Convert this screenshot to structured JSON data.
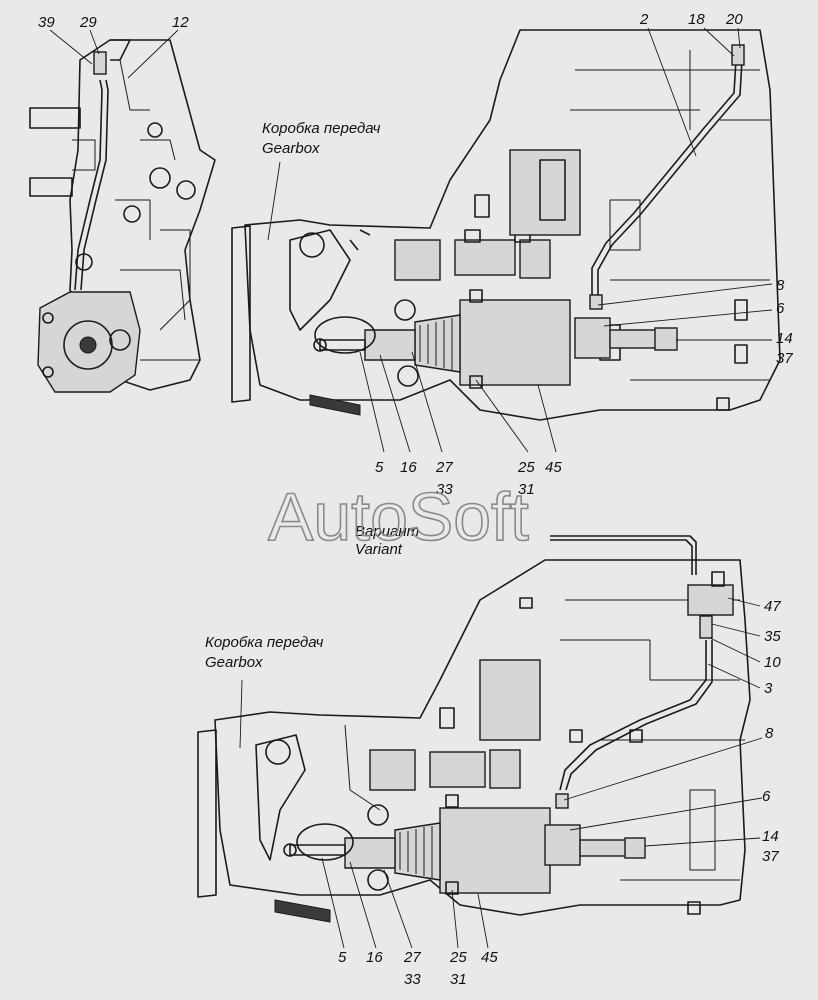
{
  "labels": {
    "top_left": {
      "l39": "39",
      "l29": "29",
      "l12": "12"
    },
    "top_right": {
      "l2": "2",
      "l18": "18",
      "l20": "20",
      "l8": "8",
      "l6": "6",
      "l14": "14",
      "l37": "37"
    },
    "top_bottom": {
      "l5": "5",
      "l16": "16",
      "l27": "27",
      "l33": "33",
      "l25": "25",
      "l31": "31",
      "l45": "45"
    },
    "low_right": {
      "l47": "47",
      "l35": "35",
      "l10": "10",
      "l3": "3",
      "l8": "8",
      "l6": "6",
      "l14": "14",
      "l37": "37"
    },
    "low_bottom": {
      "l5": "5",
      "l16": "16",
      "l27": "27",
      "l33": "33",
      "l25": "25",
      "l31": "31",
      "l45": "45"
    }
  },
  "captions": {
    "gearbox_ru": "Коробка передач",
    "gearbox_en": "Gearbox",
    "variant_ru": "Вариант",
    "variant_en": "Variant"
  },
  "watermark": "AutoSoft"
}
